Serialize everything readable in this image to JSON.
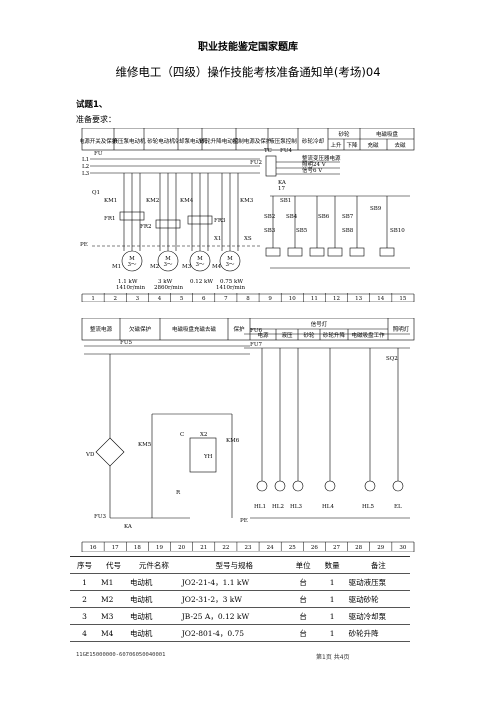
{
  "header": "职业技能鉴定国家题库",
  "title": "维修电工（四级）操作技能考核准备通知单(考场)04",
  "question": "试题1、",
  "requirement_label": "准备要求：",
  "diagram1": {
    "header_cells": [
      "电源开关及保护",
      "液压泵电动机",
      "砂轮电动机",
      "冷却泵电动机",
      "砂轮升降电动机",
      "控制电源及保护",
      "液压泵控制",
      "砂轮冷却",
      "砂轮",
      "上升",
      "下降",
      "电磁吸盘",
      "充磁",
      "去磁"
    ],
    "labels": [
      "L1",
      "L2",
      "L3",
      "FU",
      "Q1",
      "KM1",
      "KM2",
      "KM4",
      "KM3",
      "FR1",
      "FR2",
      "FR3",
      "X1",
      "XS",
      "PE",
      "M1",
      "M2",
      "M3",
      "M4",
      "FU2",
      "TC",
      "FU4",
      "KA",
      "17",
      "SB1",
      "SB2",
      "SB3",
      "SB4",
      "SB5",
      "SB6",
      "SB7",
      "SB8",
      "SB9",
      "SB10",
      "整流变压器电源",
      "照明24 V",
      "信号6 V",
      "M",
      "3～"
    ],
    "kw_labels": [
      "1.1 kW",
      "1410r/min",
      "3 kW",
      "2860r/min",
      "0.12 kW",
      "0.75 kW",
      "1410r/min"
    ],
    "footer_numbers": [
      "1",
      "2",
      "3",
      "4",
      "5",
      "6",
      "7",
      "8",
      "9",
      "10",
      "11",
      "12",
      "13",
      "14",
      "15"
    ]
  },
  "diagram2": {
    "header_cells": [
      "整流电源",
      "欠磁保护",
      "电磁吸盘充磁去磁",
      "保护",
      "信号灯",
      "电源",
      "液压",
      "砂轮",
      "砂轮升降",
      "电磁吸盘工作",
      "照明灯"
    ],
    "labels": [
      "FU5",
      "FU6",
      "FU7",
      "SQ2",
      "KM5",
      "KM6",
      "VD",
      "X2",
      "YH",
      "C",
      "R",
      "KA",
      "FU3",
      "PE",
      "HL1",
      "HL2",
      "HL3",
      "HL4",
      "HL5",
      "EL"
    ],
    "footer_numbers": [
      "16",
      "17",
      "18",
      "19",
      "20",
      "21",
      "22",
      "23",
      "24",
      "25",
      "26",
      "27",
      "28",
      "29",
      "30"
    ]
  },
  "table": {
    "headers": [
      "序号",
      "代号",
      "元件名称",
      "型号与规格",
      "单位",
      "数量",
      "备注"
    ],
    "rows": [
      [
        "1",
        "M1",
        "电动机",
        "JO2-21-4，1.1 kW",
        "台",
        "1",
        "驱动液压泵"
      ],
      [
        "2",
        "M2",
        "电动机",
        "JO2-31-2，3 kW",
        "台",
        "1",
        "驱动砂轮"
      ],
      [
        "3",
        "M3",
        "电动机",
        "JB-25 A，0.12 kW",
        "台",
        "1",
        "驱动冷却泵"
      ],
      [
        "4",
        "M4",
        "电动机",
        "JO2-801-4，0.75",
        "台",
        "1",
        "砂轮升降"
      ]
    ]
  },
  "footer": {
    "code": "11GE15000000-60706050040001",
    "page": "第1页   共4页"
  }
}
